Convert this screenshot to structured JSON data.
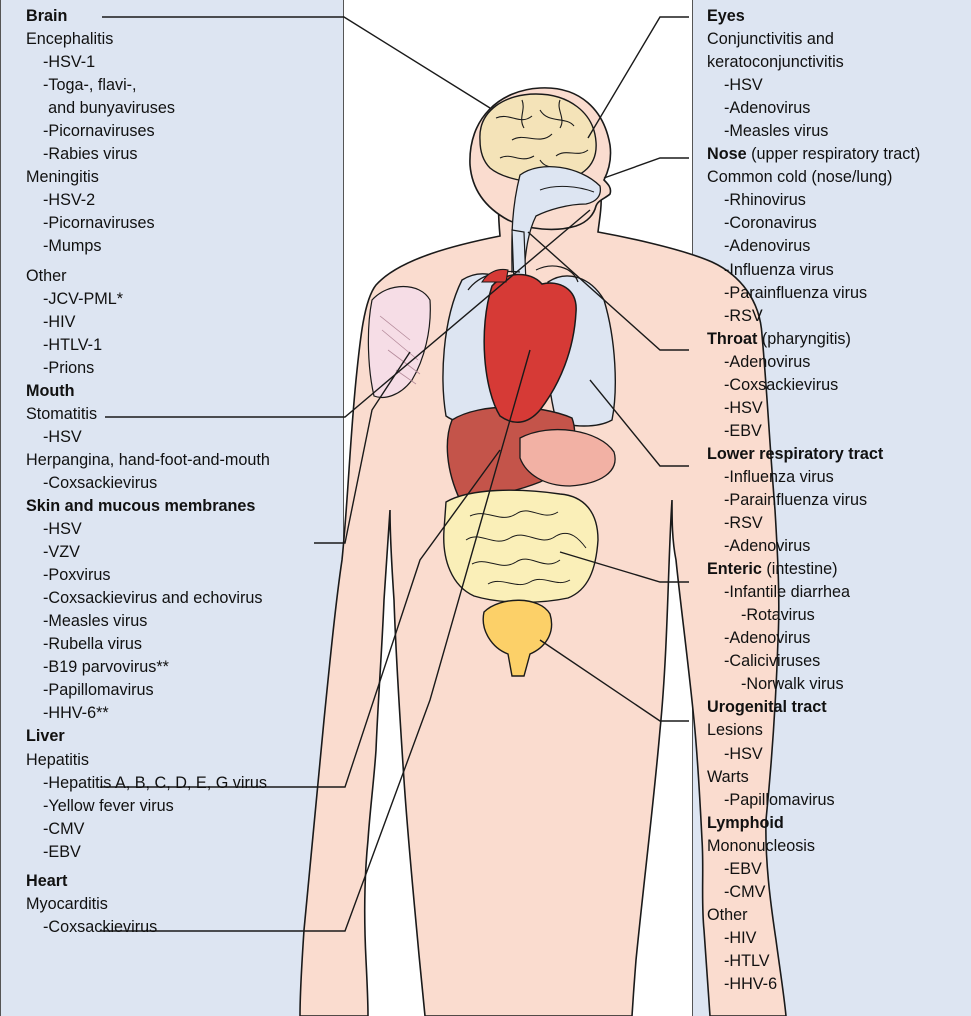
{
  "figure": {
    "left_column": [
      {
        "text": "Brain",
        "heading": true,
        "level": 0
      },
      {
        "text": "Encephalitis",
        "level": 0
      },
      {
        "text": "-HSV-1",
        "level": 1
      },
      {
        "text": "-Toga-, flavi-,",
        "level": 1
      },
      {
        "text": "and bunyaviruses",
        "level": 1.3
      },
      {
        "text": "-Picornaviruses",
        "level": 1
      },
      {
        "text": "-Rabies virus",
        "level": 1
      },
      {
        "text": "Meningitis",
        "level": 0
      },
      {
        "text": "-HSV-2",
        "level": 1
      },
      {
        "text": "-Picornaviruses",
        "level": 1
      },
      {
        "text": "-Mumps",
        "level": 1
      },
      {
        "text": "Other",
        "level": 0,
        "gap": true
      },
      {
        "text": "-JCV-PML*",
        "level": 1
      },
      {
        "text": "-HIV",
        "level": 1
      },
      {
        "text": "-HTLV-1",
        "level": 1
      },
      {
        "text": "-Prions",
        "level": 1
      },
      {
        "text": "Mouth",
        "heading": true,
        "level": 0
      },
      {
        "text": "Stomatitis",
        "level": 0
      },
      {
        "text": "-HSV",
        "level": 1
      },
      {
        "text": "Herpangina, hand-foot-and-mouth",
        "level": 0
      },
      {
        "text": "-Coxsackievirus",
        "level": 1
      },
      {
        "text": "Skin and mucous membranes",
        "heading": true,
        "level": 0
      },
      {
        "text": "-HSV",
        "level": 1
      },
      {
        "text": "-VZV",
        "level": 1
      },
      {
        "text": "-Poxvirus",
        "level": 1
      },
      {
        "text": "-Coxsackievirus and echovirus",
        "level": 1
      },
      {
        "text": "-Measles virus",
        "level": 1
      },
      {
        "text": "-Rubella virus",
        "level": 1
      },
      {
        "text": "-B19 parvovirus**",
        "level": 1
      },
      {
        "text": "-Papillomavirus",
        "level": 1
      },
      {
        "text": "-HHV-6**",
        "level": 1
      },
      {
        "text": "Liver",
        "heading": true,
        "level": 0
      },
      {
        "text": "Hepatitis",
        "level": 0
      },
      {
        "text": "-Hepatitis A, B, C, D, E, G virus",
        "level": 1
      },
      {
        "text": "-Yellow fever virus",
        "level": 1
      },
      {
        "text": "-CMV",
        "level": 1
      },
      {
        "text": "-EBV",
        "level": 1
      },
      {
        "text": "Heart",
        "heading": true,
        "level": 0,
        "gap": true
      },
      {
        "text": "Myocarditis",
        "level": 0
      },
      {
        "text": "-Coxsackievirus",
        "level": 1
      }
    ],
    "right_column": [
      {
        "text": "Eyes",
        "heading": true,
        "level": 0
      },
      {
        "text": "Conjunctivitis and",
        "level": 0
      },
      {
        "text": "keratoconjunctivitis",
        "level": 0
      },
      {
        "text": "-HSV",
        "level": 1
      },
      {
        "text": "-Adenovirus",
        "level": 1
      },
      {
        "text": "-Measles virus",
        "level": 1
      },
      {
        "text": "Nose",
        "extra": " (upper respiratory tract)",
        "heading": true,
        "level": 0
      },
      {
        "text": "Common cold (nose/lung)",
        "level": 0
      },
      {
        "text": "-Rhinovirus",
        "level": 1
      },
      {
        "text": "-Coronavirus",
        "level": 1
      },
      {
        "text": "-Adenovirus",
        "level": 1
      },
      {
        "text": "-Influenza virus",
        "level": 1
      },
      {
        "text": "-Parainfluenza virus",
        "level": 1
      },
      {
        "text": "-RSV",
        "level": 1
      },
      {
        "text": "Throat",
        "extra": " (pharyngitis)",
        "heading": true,
        "level": 0
      },
      {
        "text": "-Adenovirus",
        "level": 1
      },
      {
        "text": "-Coxsackievirus",
        "level": 1
      },
      {
        "text": "-HSV",
        "level": 1
      },
      {
        "text": "-EBV",
        "level": 1
      },
      {
        "text": "Lower respiratory tract",
        "heading": true,
        "level": 0
      },
      {
        "text": "-Influenza virus",
        "level": 1
      },
      {
        "text": "-Parainfluenza virus",
        "level": 1
      },
      {
        "text": "-RSV",
        "level": 1
      },
      {
        "text": "-Adenovirus",
        "level": 1
      },
      {
        "text": "Enteric",
        "extra": " (intestine)",
        "heading": true,
        "level": 0
      },
      {
        "text": "-Infantile diarrhea",
        "level": 1
      },
      {
        "text": "-Rotavirus",
        "level": 2
      },
      {
        "text": "-Adenovirus",
        "level": 1
      },
      {
        "text": "-Caliciviruses",
        "level": 1
      },
      {
        "text": "-Norwalk virus",
        "level": 2
      },
      {
        "text": "Urogenital tract",
        "heading": true,
        "level": 0
      },
      {
        "text": "Lesions",
        "level": 0
      },
      {
        "text": "-HSV",
        "level": 1
      },
      {
        "text": "Warts",
        "level": 0
      },
      {
        "text": "-Papillomavirus",
        "level": 1
      },
      {
        "text": "Lymphoid",
        "heading": true,
        "level": 0
      },
      {
        "text": "Mononucleosis",
        "level": 0
      },
      {
        "text": "-EBV",
        "level": 1
      },
      {
        "text": "-CMV",
        "level": 1
      },
      {
        "text": "Other",
        "level": 0
      },
      {
        "text": "-HIV",
        "level": 1
      },
      {
        "text": "-HTLV",
        "level": 1
      },
      {
        "text": "-HHV-6",
        "level": 1
      }
    ],
    "colors": {
      "panel": "#dde5f2",
      "skin": "#fadccf",
      "heart": "#d63a36",
      "liver": "#c4544a",
      "lungs": "#dde5f2",
      "brain": "#f4e3b8",
      "intestine": "#faefb8",
      "bladder": "#fcd068",
      "stomach": "#f2b1a4",
      "muscle": "#f6dde6"
    }
  }
}
